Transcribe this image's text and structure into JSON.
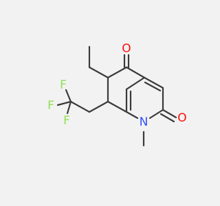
{
  "molecule": {
    "atoms": {
      "o_top": {
        "label": "O",
        "color": "#ff0d0d"
      },
      "o_right": {
        "label": "O",
        "color": "#ff0d0d"
      },
      "n1": {
        "label": "N",
        "color": "#3050f8"
      },
      "f_top": {
        "label": "F",
        "color": "#90e050"
      },
      "f_left": {
        "label": "F",
        "color": "#90e050"
      },
      "f_bottom": {
        "label": "F",
        "color": "#90e050"
      }
    },
    "bond_color": "#3a3a3a",
    "background": "#f2f2f2"
  }
}
